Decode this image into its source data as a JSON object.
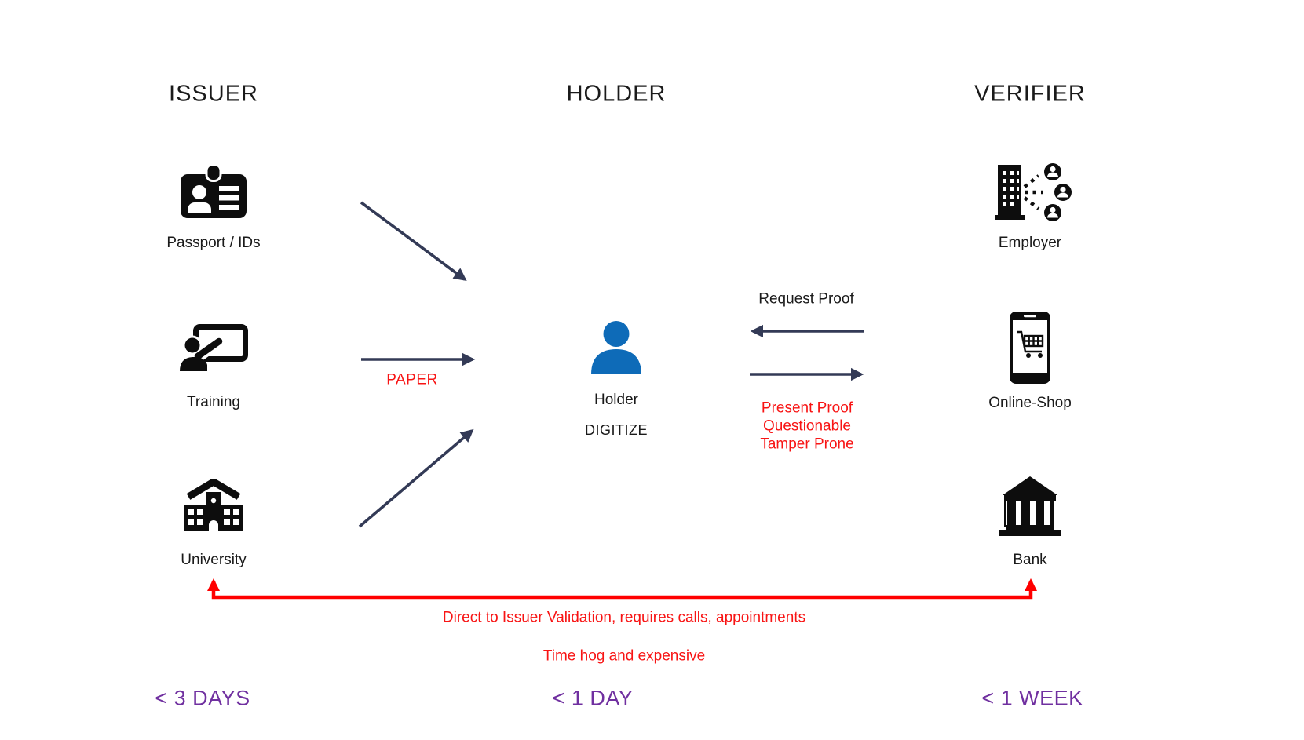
{
  "colors": {
    "arrow_navy": "#333A56",
    "arrow_red": "#FF0000",
    "text_red": "#F81414",
    "time_purple": "#7030A0",
    "holder_blue": "#0E6BB8",
    "icon_black": "#0D0D0D"
  },
  "headers": {
    "issuer": "ISSUER",
    "holder": "HOLDER",
    "verifier": "VERIFIER"
  },
  "issuer": {
    "items": [
      {
        "label": "Passport / IDs",
        "icon": "id-card-icon"
      },
      {
        "label": "Training",
        "icon": "training-icon"
      },
      {
        "label": "University",
        "icon": "university-icon"
      }
    ],
    "time": "< 3 DAYS"
  },
  "holder": {
    "label": "Holder",
    "icon": "person-icon",
    "digitize": "DIGITIZE",
    "time": "< 1 DAY"
  },
  "verifier": {
    "items": [
      {
        "label": "Employer",
        "icon": "employer-network-icon"
      },
      {
        "label": "Online-Shop",
        "icon": "online-shop-icon"
      },
      {
        "label": "Bank",
        "icon": "bank-icon"
      }
    ],
    "time": "< 1 WEEK"
  },
  "flows": {
    "paper": "PAPER",
    "request_proof": "Request Proof",
    "present_proof": [
      "Present Proof",
      "Questionable",
      "Tamper Prone"
    ],
    "validation": [
      "Direct to Issuer Validation, requires calls, appointments",
      "Time hog and expensive"
    ]
  }
}
